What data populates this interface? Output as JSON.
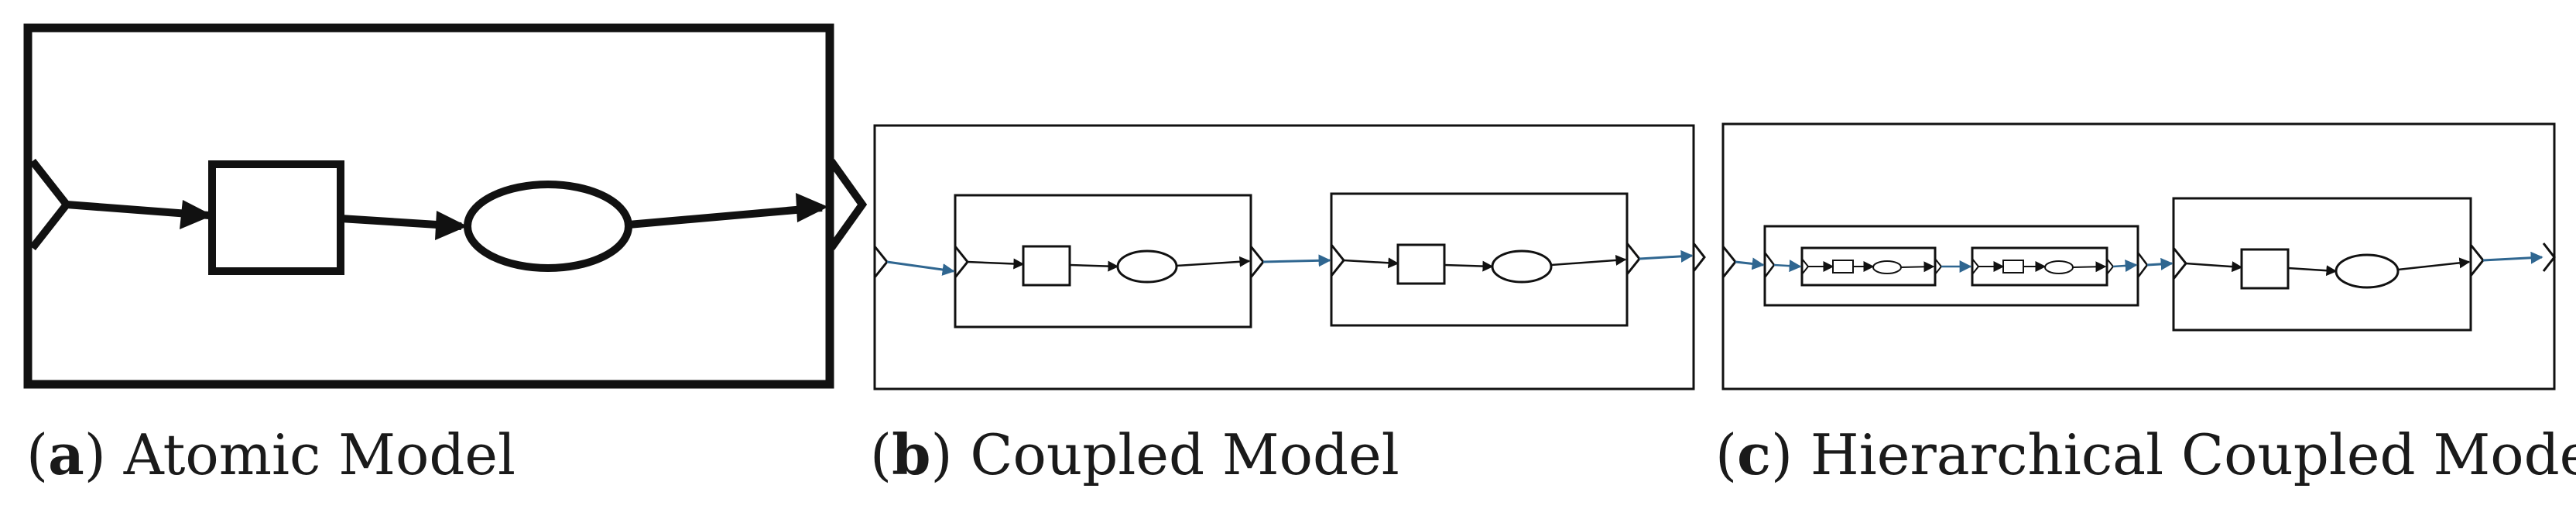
{
  "colors": {
    "stroke": "#111111",
    "coupling": "#2f6690",
    "background": "#ffffff"
  },
  "panels": [
    {
      "letter": "a",
      "title": "Atomic Model"
    },
    {
      "letter": "b",
      "title": "Coupled Model"
    },
    {
      "letter": "c",
      "title": "Hierarchical Coupled Model"
    }
  ]
}
